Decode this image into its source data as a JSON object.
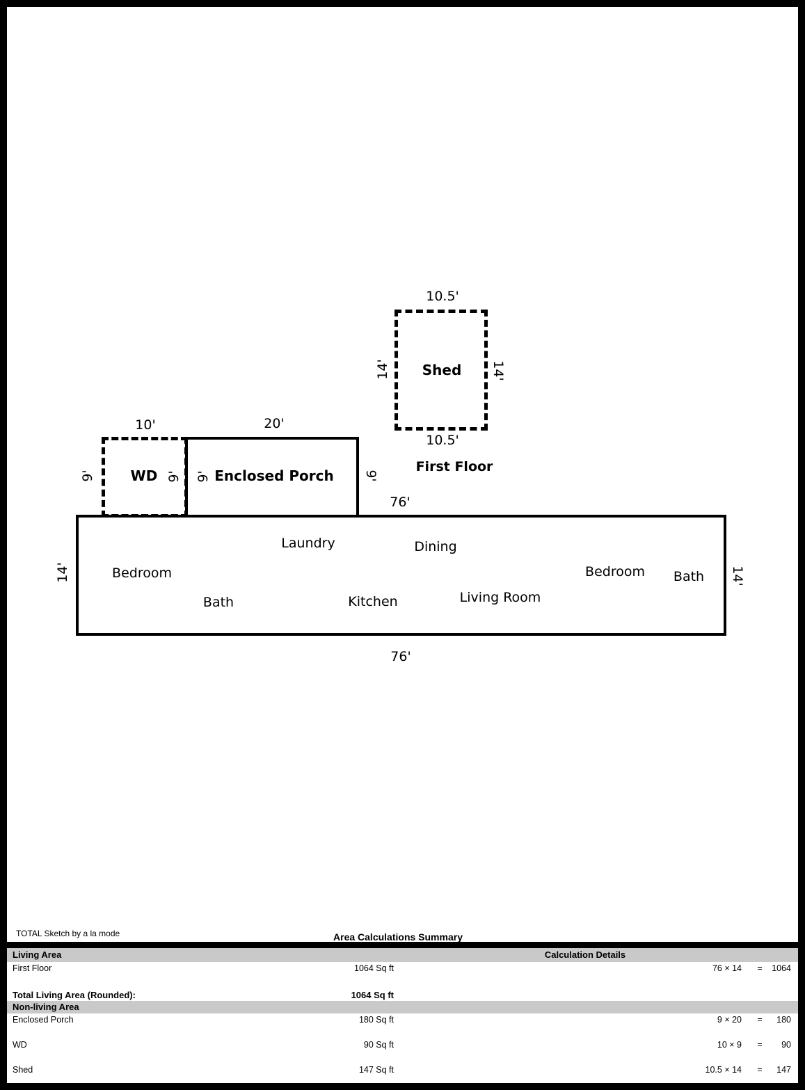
{
  "colors": {
    "ink": "#000000",
    "band_gray": "#c9c9c9",
    "background": "#ffffff"
  },
  "sketch": {
    "shed": {
      "label": "Shed",
      "dim_top": "10.5'",
      "dim_bottom": "10.5'",
      "dim_left": "14'",
      "dim_right": "14'"
    },
    "first_floor_caption": "First Floor",
    "wd": {
      "label": "WD",
      "dim_top": "10'",
      "dim_left": "9'",
      "dim_right": "9'"
    },
    "porch": {
      "label": "Enclosed Porch",
      "dim_top": "20'",
      "dim_left": "9'",
      "dim_right": "9'"
    },
    "first_floor": {
      "dim_top": "76'",
      "dim_bottom": "76'",
      "dim_left": "14'",
      "dim_right": "14'",
      "rooms": [
        "Laundry",
        "Dining",
        "Bedroom",
        "Bath",
        "Kitchen",
        "Living Room",
        "Bedroom",
        "Bath"
      ]
    }
  },
  "summary": {
    "brand": "TOTAL Sketch by a la mode",
    "title": "Area Calculations Summary",
    "living": {
      "header": "Living Area",
      "calc_header": "Calculation Details",
      "rows": [
        {
          "name": "First Floor",
          "value": "1064 Sq ft",
          "expr": "76 × 14",
          "eq": "=",
          "result": "1064"
        }
      ],
      "total_label": "Total Living Area (Rounded):",
      "total_value": "1064 Sq ft"
    },
    "nonliving": {
      "header": "Non-living Area",
      "rows": [
        {
          "name": "Enclosed Porch",
          "value": "180 Sq ft",
          "expr": "9 × 20",
          "eq": "=",
          "result": "180"
        },
        {
          "name": "WD",
          "value": "90 Sq ft",
          "expr": "10 × 9",
          "eq": "=",
          "result": "90"
        },
        {
          "name": "Shed",
          "value": "147 Sq ft",
          "expr": "10.5 × 14",
          "eq": "=",
          "result": "147"
        }
      ]
    }
  }
}
